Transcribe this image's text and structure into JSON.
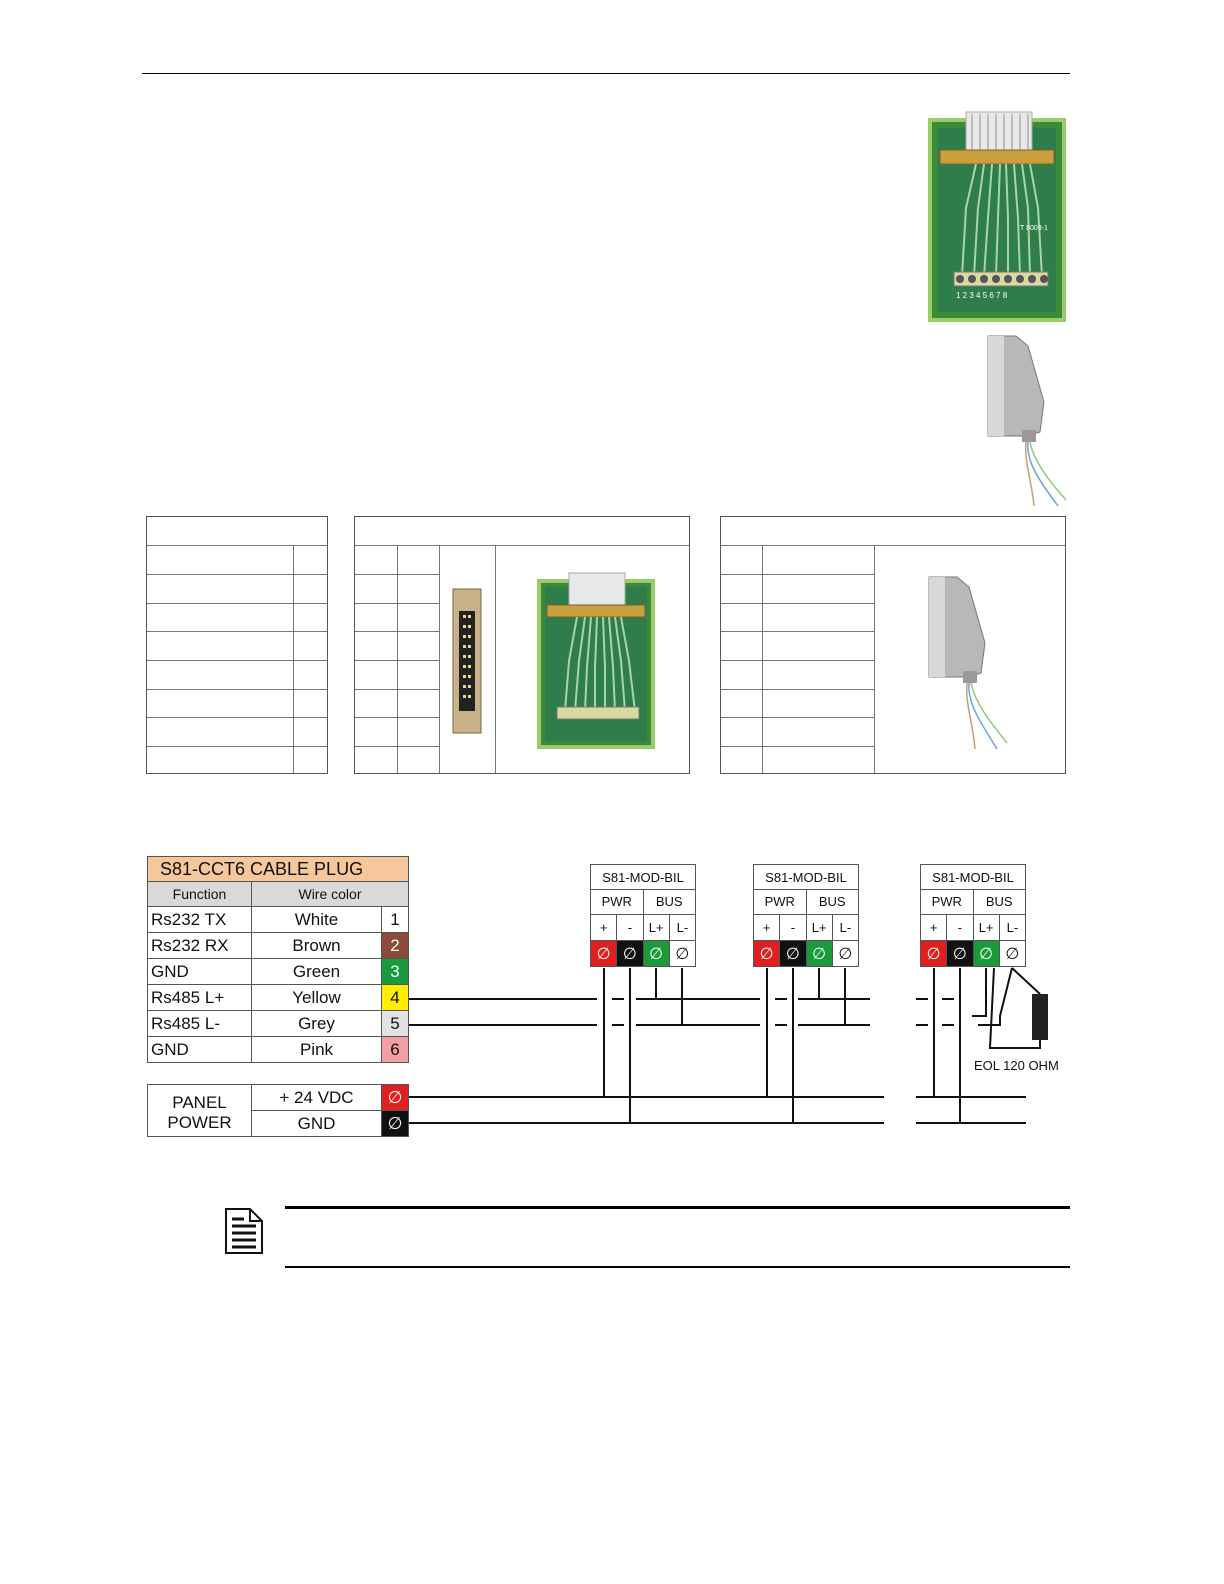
{
  "page_title": "",
  "plug_table": {
    "title": "S81-CCT6 CABLE PLUG",
    "col_function": "Function",
    "col_wire": "Wire color",
    "rows": [
      {
        "function": "Rs232 TX",
        "wire": "White",
        "num": "1",
        "color": "#ffffff",
        "text_color": "#111111"
      },
      {
        "function": "Rs232 RX",
        "wire": "Brown",
        "num": "2",
        "color": "#8b4a3a",
        "text_color": "#ffffff"
      },
      {
        "function": "GND",
        "wire": "Green",
        "num": "3",
        "color": "#1a9a3a",
        "text_color": "#ffffff"
      },
      {
        "function": "Rs485 L+",
        "wire": "Yellow",
        "num": "4",
        "color": "#ffee00",
        "text_color": "#111111"
      },
      {
        "function": "Rs485 L-",
        "wire": "Grey",
        "num": "5",
        "color": "#e2e2e2",
        "text_color": "#111111"
      },
      {
        "function": "GND",
        "wire": "Pink",
        "num": "6",
        "color": "#f1a0a6",
        "text_color": "#111111"
      }
    ]
  },
  "panel_power": {
    "label_line1": "PANEL",
    "label_line2": "POWER",
    "rows": [
      {
        "name": "+ 24 VDC",
        "symbol": "∅",
        "color": "#e02020"
      },
      {
        "name": "GND",
        "symbol": "∅",
        "color": "#111111"
      }
    ]
  },
  "modules": [
    {
      "title": "S81-MOD-BIL",
      "groups": [
        "PWR",
        "BUS"
      ],
      "polarity": [
        "+",
        "-",
        "L+",
        "L-"
      ]
    },
    {
      "title": "S81-MOD-BIL",
      "groups": [
        "PWR",
        "BUS"
      ],
      "polarity": [
        "+",
        "-",
        "L+",
        "L-"
      ]
    },
    {
      "title": "S81-MOD-BIL",
      "groups": [
        "PWR",
        "BUS"
      ],
      "polarity": [
        "+",
        "-",
        "L+",
        "L-"
      ]
    }
  ],
  "terminal_symbol": "∅",
  "terminal_colors": [
    "#e02020",
    "#111111",
    "#1a9a3a",
    "#ffffff"
  ],
  "eol_label": "EOL 120 OHM",
  "board_label": "T 8003-1",
  "board_pin_numbers": "1 2 3 4 5 6 7 8"
}
